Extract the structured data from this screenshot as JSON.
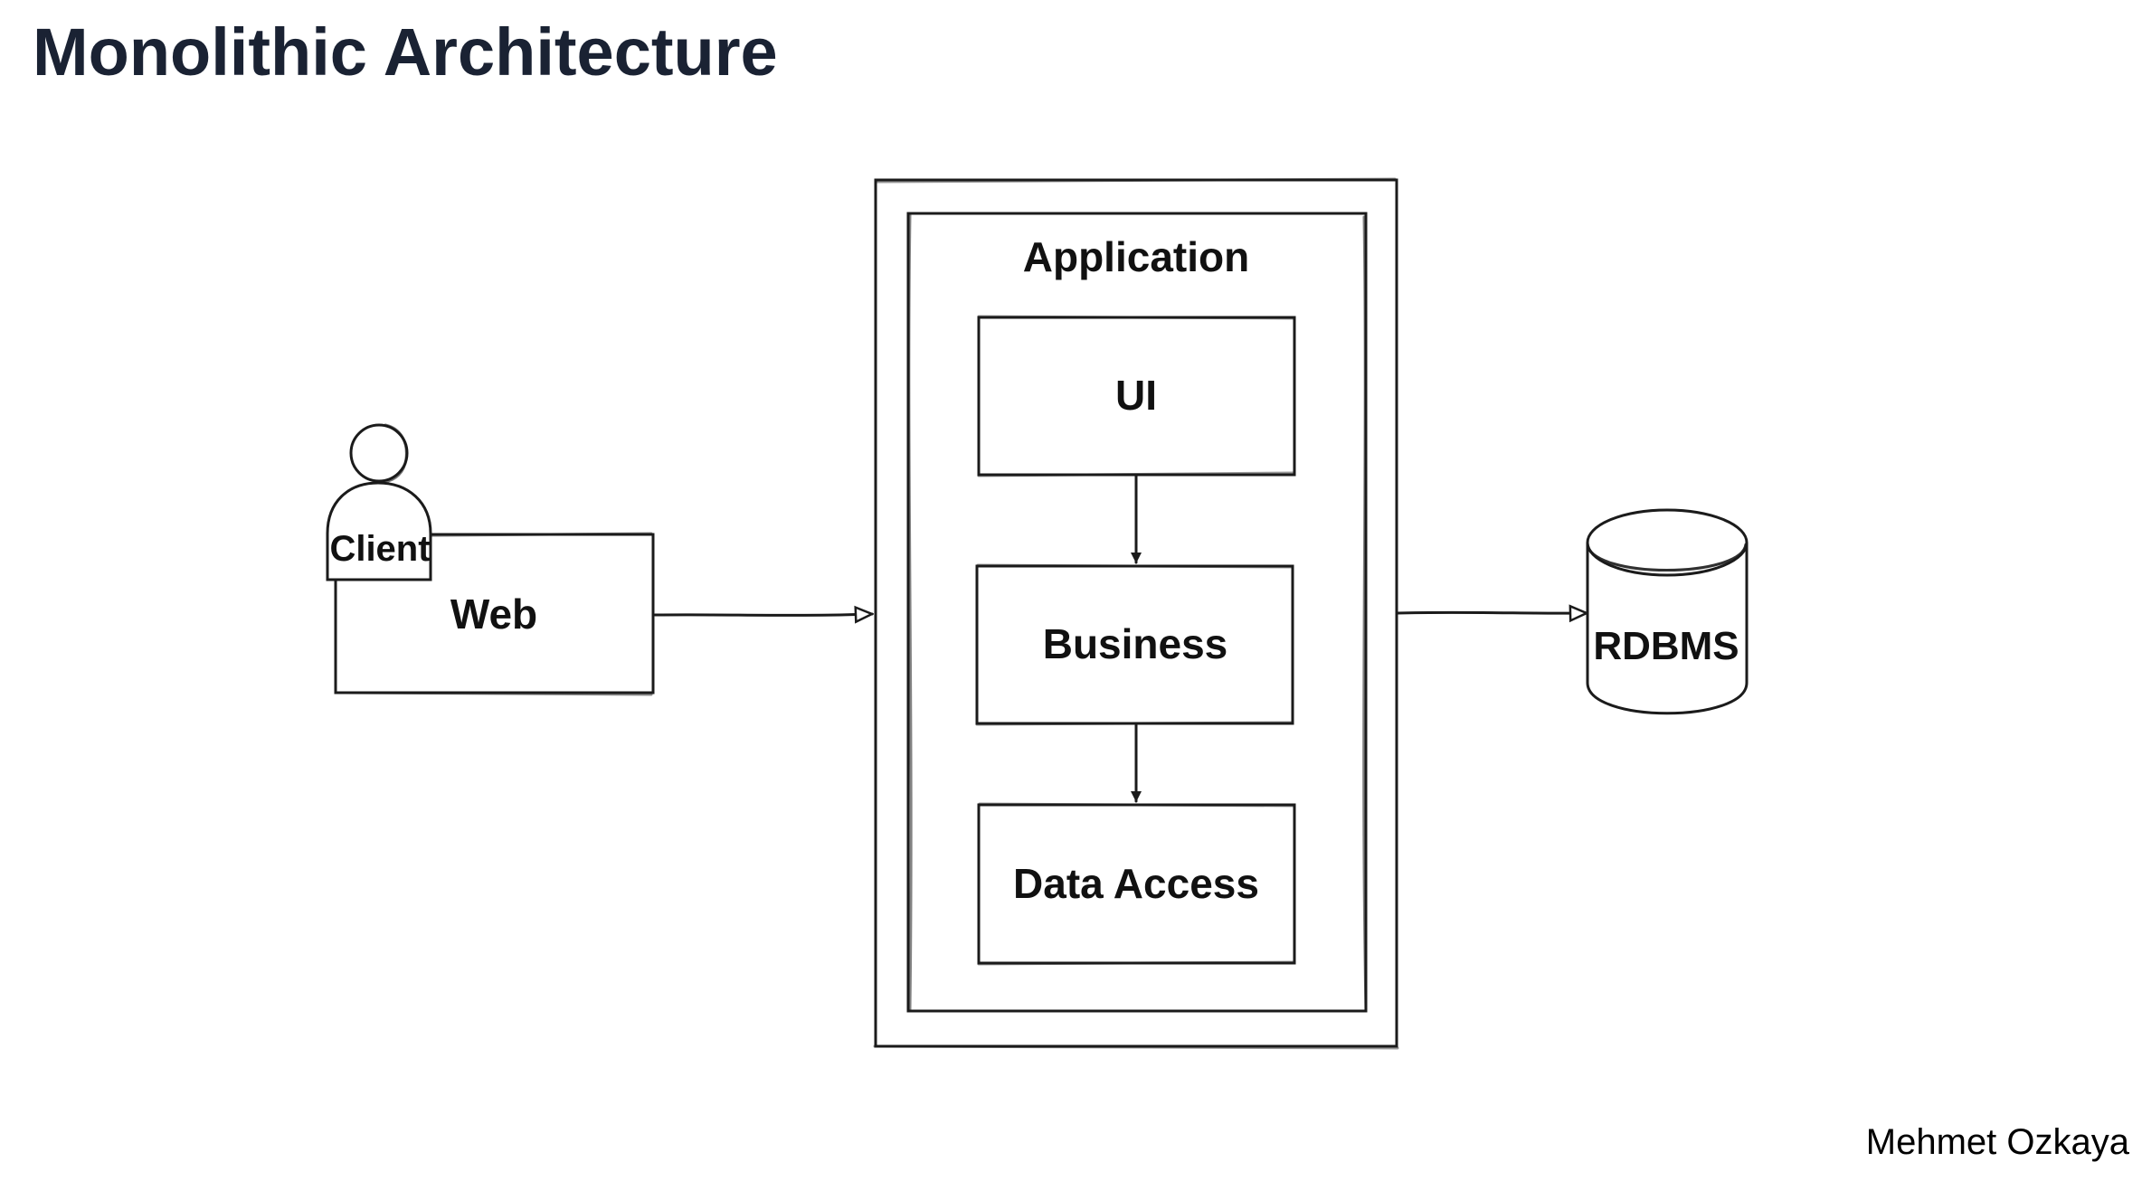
{
  "title": "Monolithic Architecture",
  "author": "Mehmet Ozkaya",
  "diagram": {
    "client_label": "Client",
    "web_label": "Web",
    "application_label": "Application",
    "layers": [
      "UI",
      "Business",
      "Data Access"
    ],
    "database_label": "RDBMS"
  },
  "colors": {
    "title": "#1a2233",
    "stroke": "#1b1b1b",
    "background": "#ffffff"
  }
}
